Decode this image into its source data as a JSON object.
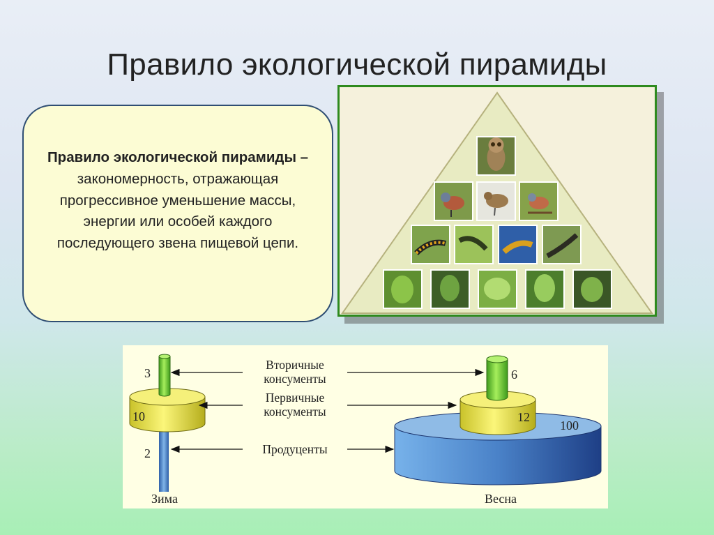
{
  "slide": {
    "title": "Правило экологической пирамиды"
  },
  "definition": {
    "term": "Правило экологической пирамиды –",
    "text": " закономерность, отражающая прогрессивное уменьшение массы, энергии или особей каждого последующего звена пищевой цепи."
  },
  "pyramid": {
    "tiers": [
      {
        "level": "top",
        "photos": [
          "owl"
        ]
      },
      {
        "level": "birds",
        "photos": [
          "finch",
          "sparrow",
          "finch"
        ]
      },
      {
        "level": "caterpillars",
        "photos": [
          "caterpillar",
          "caterpillar",
          "caterpillar",
          "caterpillar"
        ]
      },
      {
        "level": "plants",
        "photos": [
          "leaf",
          "leaf",
          "leaf",
          "leaf",
          "leaf"
        ]
      }
    ]
  },
  "diagram": {
    "labels": {
      "secondary_line1": "Вторичные",
      "secondary_line2": "консументы",
      "primary_line1": "Первичные",
      "primary_line2": "консументы",
      "producers": "Продуценты"
    },
    "winter": {
      "season": "Зима",
      "secondary": "3",
      "primary": "10",
      "producers": "2"
    },
    "spring": {
      "season": "Весна",
      "secondary": "6",
      "primary": "12",
      "producers": "100"
    },
    "colors": {
      "secondary": "#66cc33",
      "primary": "#e6e04a",
      "producers": "#4a82c8"
    }
  }
}
